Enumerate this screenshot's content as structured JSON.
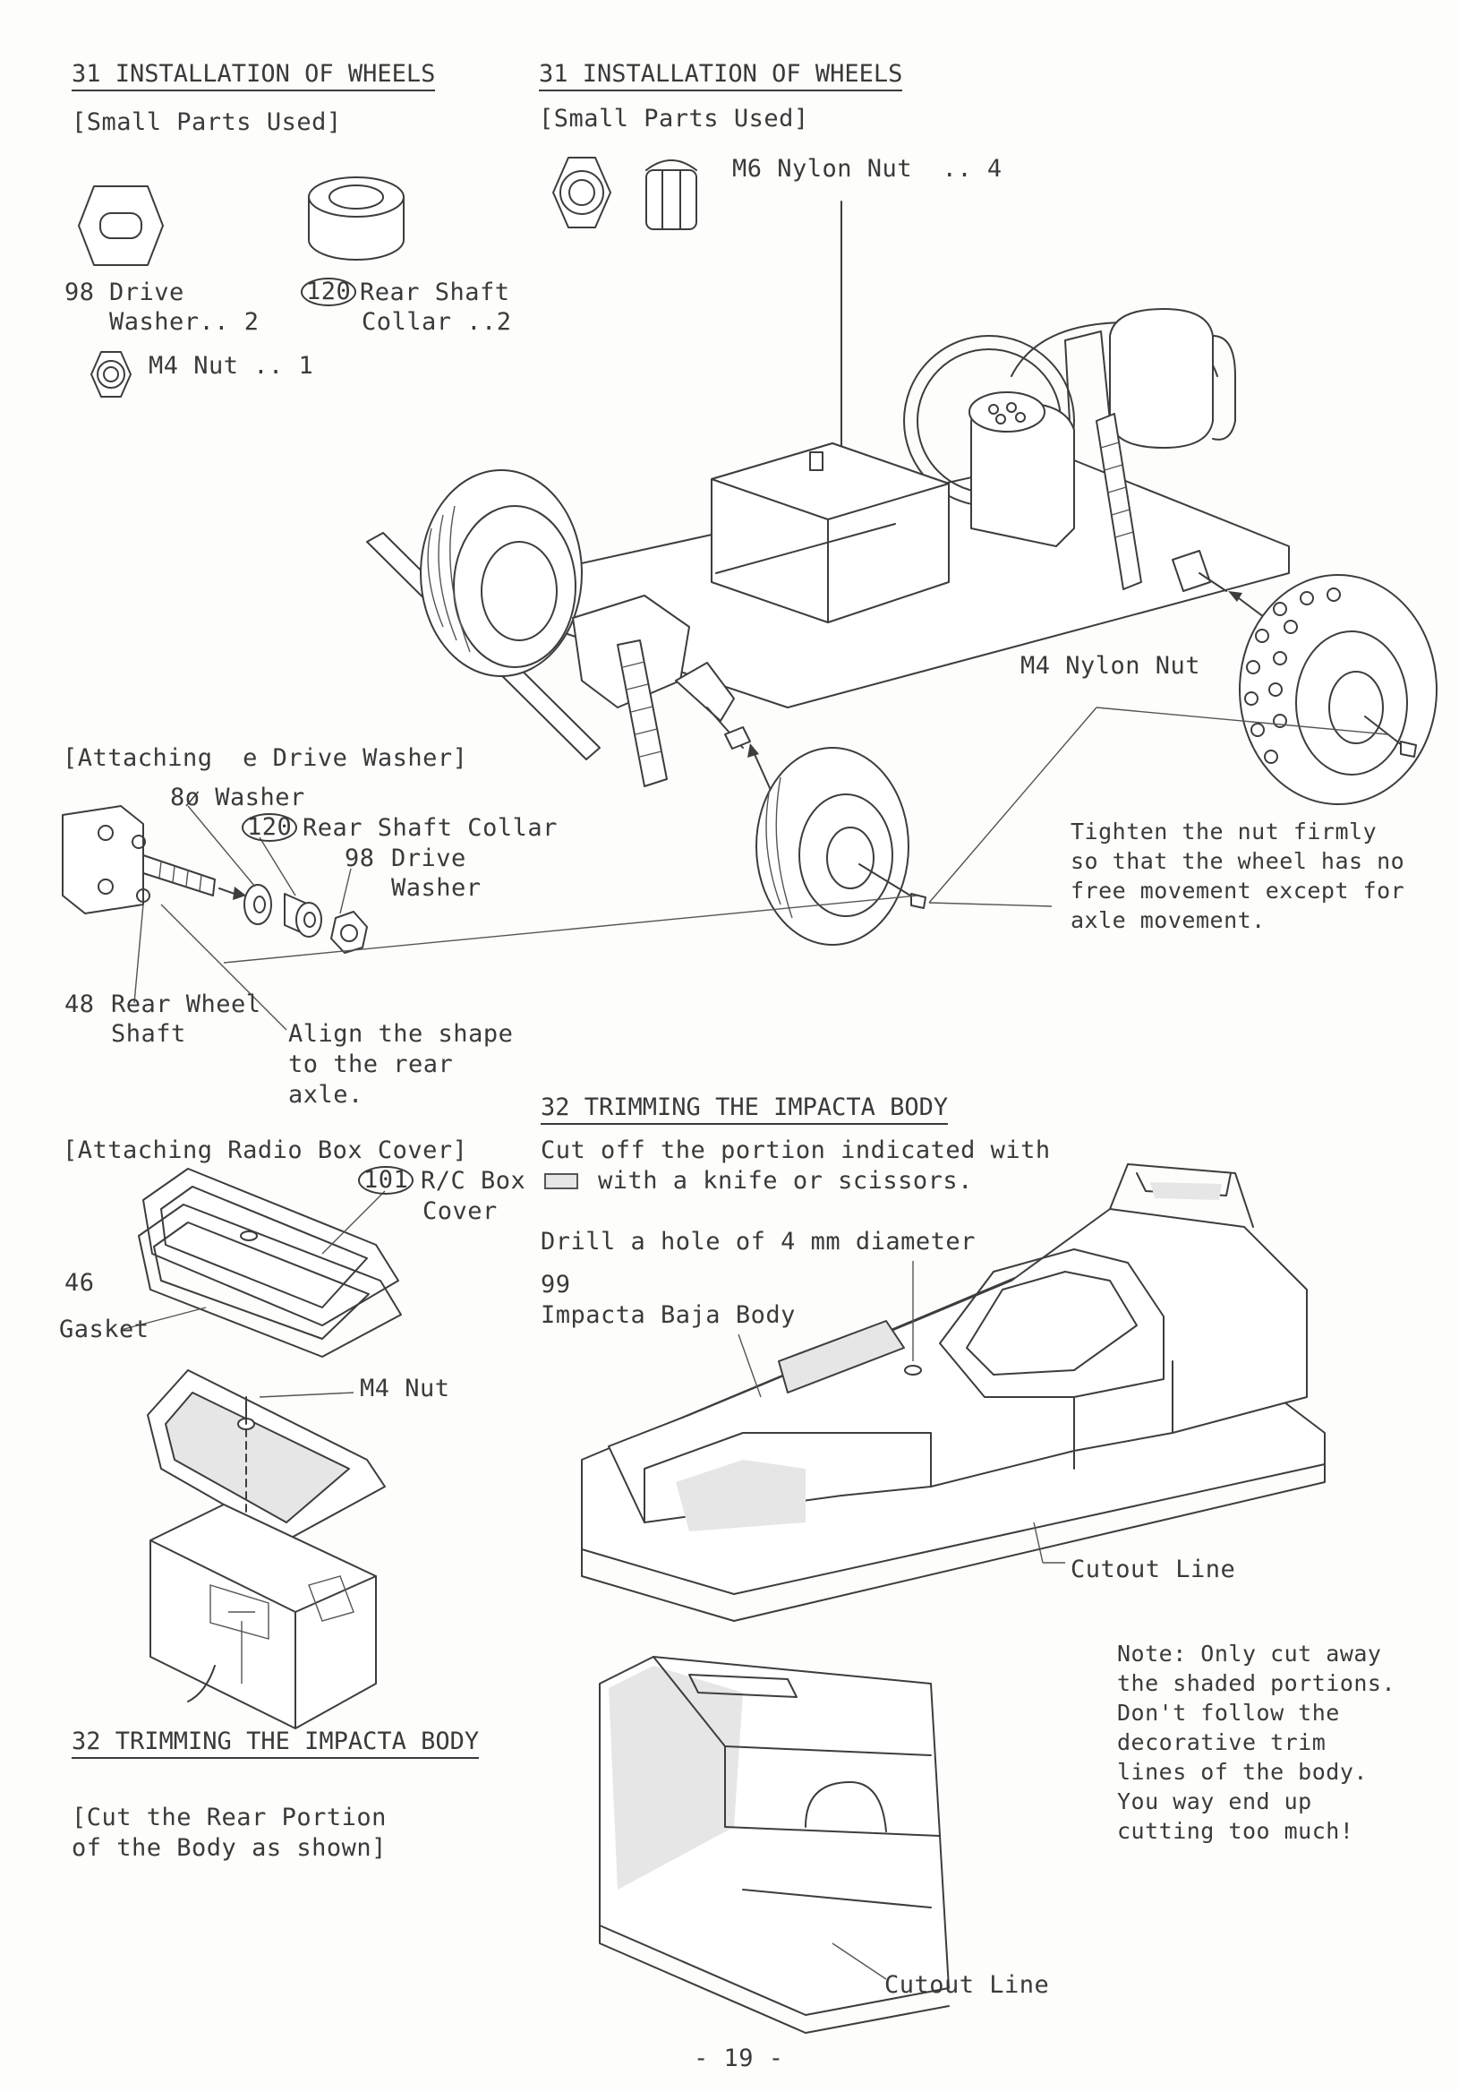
{
  "left": {
    "s31_heading": "31 INSTALLATION OF WHEELS",
    "small_parts": "[Small Parts Used]",
    "part_98_num": "98",
    "part_98_name": "Drive",
    "part_98_qty": "Washer.. 2",
    "part_120_num": "120",
    "part_120_name": "Rear Shaft",
    "part_120_qty": "Collar ..2",
    "m4_nut": "M4 Nut .. 1",
    "attaching_drive": "[Attaching  e Drive Washer]",
    "washer_8": "8ø Washer",
    "collar_num": "120",
    "collar_label": "Rear Shaft Collar",
    "drive_num": "98",
    "drive_label_1": "Drive",
    "drive_label_2": "Washer",
    "shaft_num": "48",
    "shaft_label_1": "Rear Wheel",
    "shaft_label_2": "Shaft",
    "align_1": "Align the shape",
    "align_2": "to the rear",
    "align_3": "axle.",
    "attaching_radio": "[Attaching Radio Box Cover]",
    "cover_num": "101",
    "cover_label_1": "R/C Box",
    "cover_label_2": "Cover",
    "gasket_num": "46",
    "gasket_label": "Gasket",
    "m4_nut_label": "M4 Nut",
    "s32_heading": "32 TRIMMING THE IMPACTA BODY",
    "cut_rear_1": "[Cut the Rear Portion",
    "cut_rear_2": "of the Body as shown]"
  },
  "right": {
    "s31_heading": "31 INSTALLATION OF WHEELS",
    "small_parts": "[Small Parts Used]",
    "m6_nut": "M6 Nylon Nut  .. 4",
    "m4_nylon": "M4 Nylon Nut",
    "tighten_1": "Tighten the nut firmly",
    "tighten_2": "so that the wheel has no",
    "tighten_3": "free movement except for",
    "tighten_4": "axle movement.",
    "s32_heading": "32 TRIMMING THE IMPACTA BODY",
    "cut_1": "Cut off the portion indicated with",
    "cut_2": "with a knife or scissors.",
    "drill": "Drill a hole of 4 mm diameter",
    "body_num": "99",
    "body_label": "Impacta Baja Body",
    "cutout_1": "Cutout Line",
    "note_1": "Note: Only cut away",
    "note_2": "the shaded portions.",
    "note_3": "Don't follow the",
    "note_4": "decorative trim",
    "note_5": "lines of the body.",
    "note_6": "You way end up",
    "note_7": "cutting too much!",
    "cutout_2": "Cutout Line"
  },
  "page_number": "- 19 -"
}
